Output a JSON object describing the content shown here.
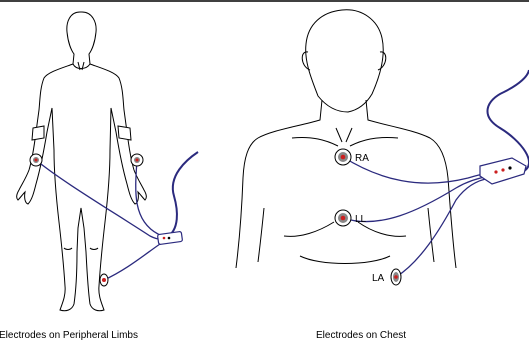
{
  "figure": {
    "left_caption": "Electrodes on Peripheral Limbs",
    "right_caption": "Electrodes on Chest"
  },
  "electrodes": {
    "ra": "RA",
    "ll": "LL",
    "la": "LA"
  },
  "colors": {
    "lead_wire": "#2b2a7e",
    "electrode_center": "#cc1f1f",
    "electrode_ring": "#888888",
    "outline": "#000000"
  }
}
